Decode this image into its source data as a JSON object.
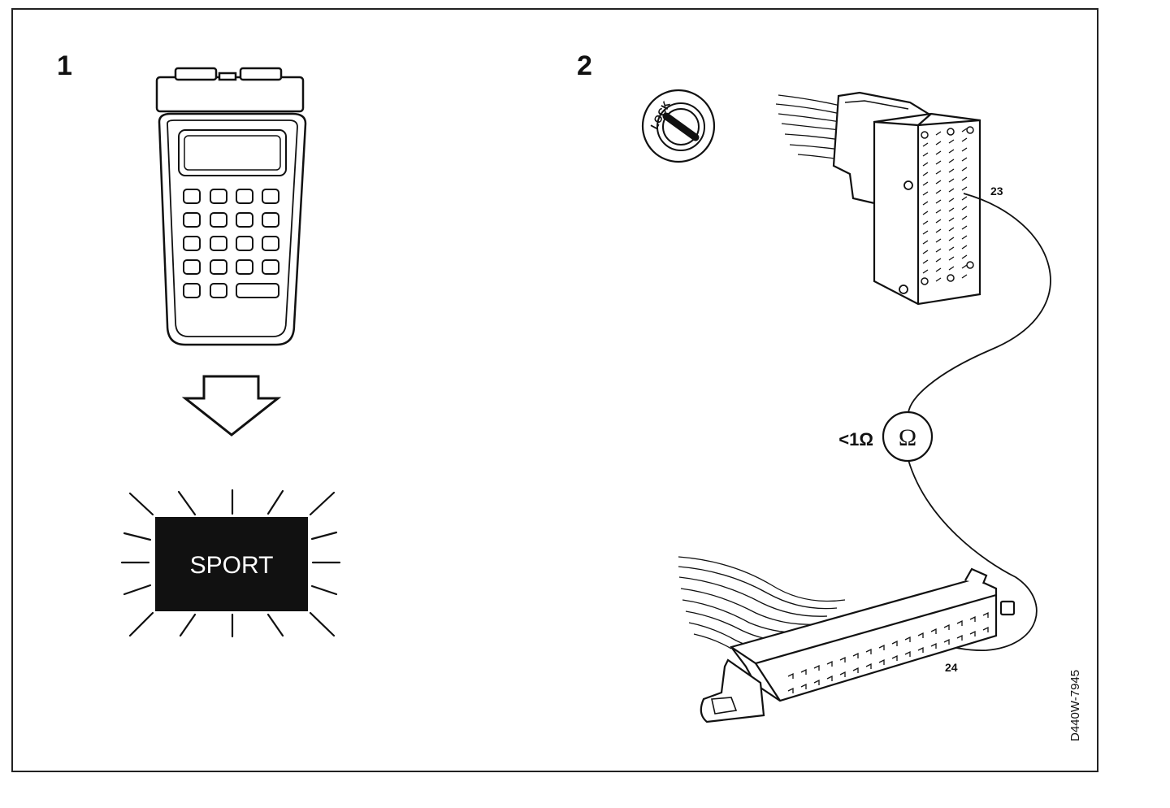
{
  "steps": [
    {
      "number": "1"
    },
    {
      "number": "2"
    }
  ],
  "tester": {
    "icon": "handheld-tester-icon",
    "display_text": "SPORT"
  },
  "ignition": {
    "icon": "ignition-key-icon",
    "label": "LOCK"
  },
  "connectors": [
    {
      "id": "connector-23",
      "label": "23"
    },
    {
      "id": "connector-24",
      "label": "24"
    }
  ],
  "meter": {
    "icon": "ohmmeter-icon",
    "symbol": "Ω",
    "reading": "<1Ω"
  },
  "drawing_code": "D440W-7945",
  "colors": {
    "line": "#111111",
    "background": "#ffffff",
    "indicator_fill": "#111111",
    "indicator_text": "#ffffff"
  }
}
